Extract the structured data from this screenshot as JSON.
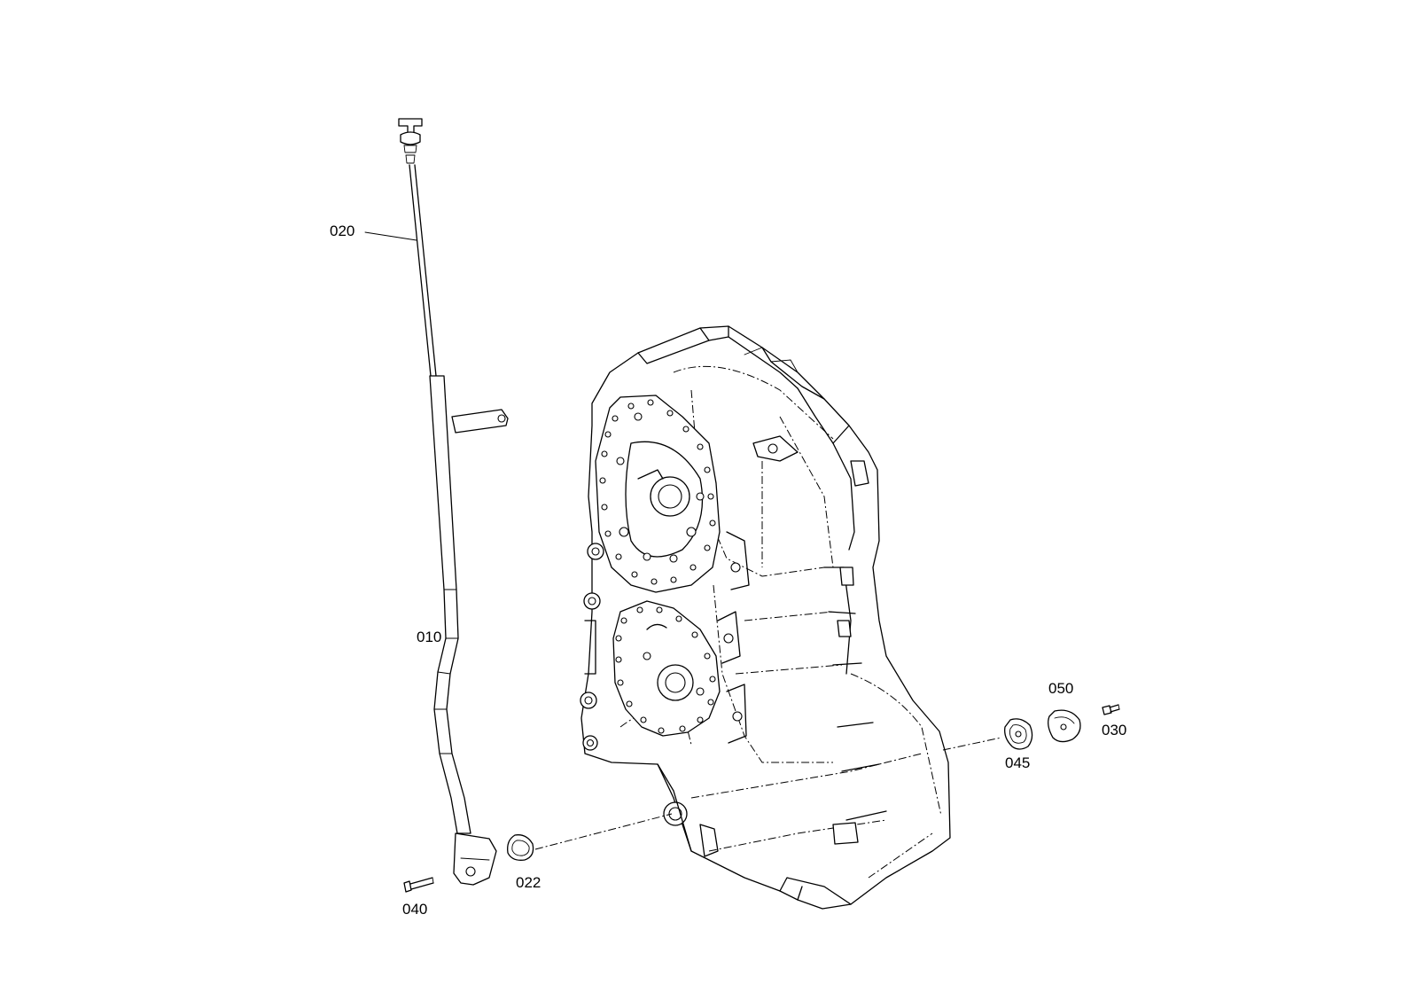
{
  "diagram": {
    "callouts": {
      "p010": "010",
      "p020": "020",
      "p022": "022",
      "p030": "030",
      "p040": "040",
      "p045": "045",
      "p050": "050"
    }
  }
}
